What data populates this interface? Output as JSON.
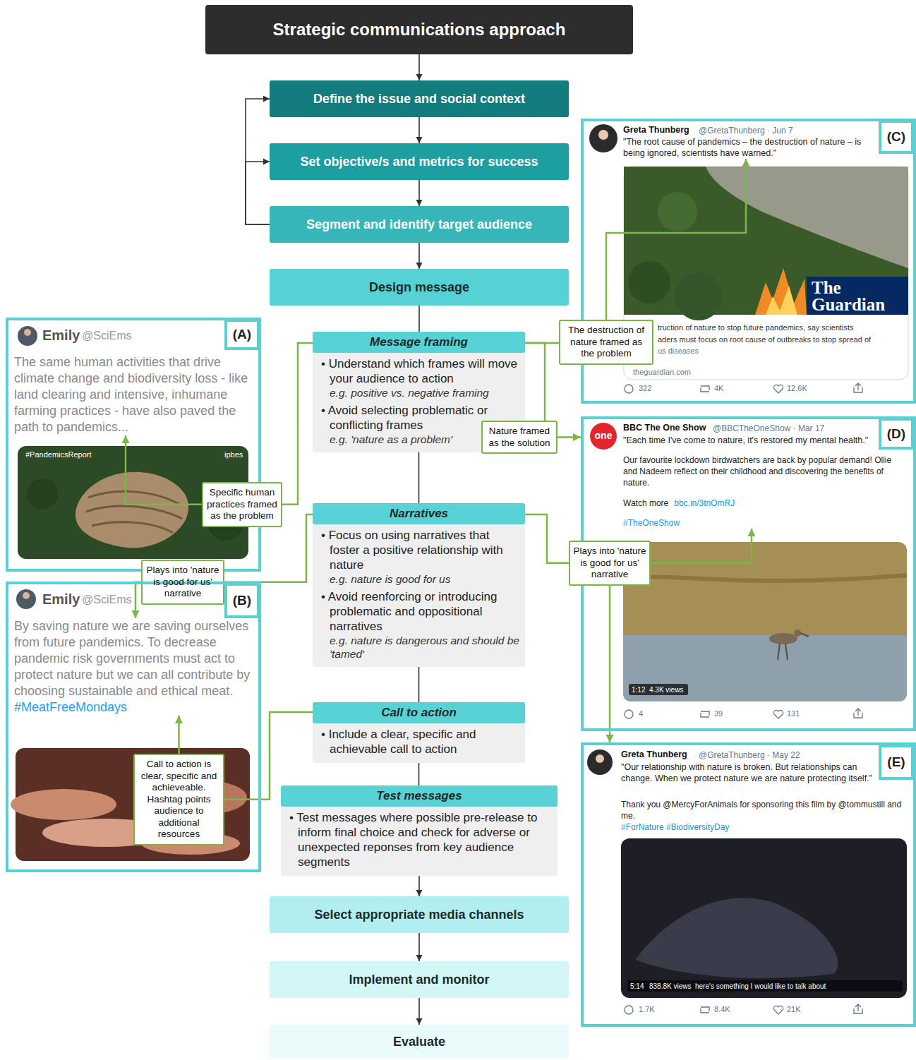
{
  "diagram": {
    "nodes": [
      {
        "text": [
          "Strategic communications approach"
        ]
      },
      {
        "text": [
          "Define the issue and social context"
        ]
      },
      {
        "text": [
          "Set objective/s and metrics for success"
        ]
      },
      {
        "text": [
          "Segment and identify target audience"
        ]
      },
      {
        "text": [
          "Design message"
        ]
      },
      {
        "text": [
          "Message framing",
          "• Understand which frames will move your audience to action",
          "e.g. positive vs. negative framing",
          "• Avoid selecting problematic or conflicting frames",
          "e.g. 'nature as a problem'"
        ]
      },
      {
        "text": [
          "Narratives",
          "• Focus on using narratives that foster a positive relationship with nature",
          "e.g. nature is good for us",
          "• Avoid reenforcing or introducing problematic and oppositional narratives",
          "e.g. nature is dangerous and should be 'tamed'"
        ]
      },
      {
        "text": [
          "Call to action",
          "• Include a clear, specific and achievable call to action"
        ]
      },
      {
        "text": [
          "Test messages",
          "• Test messages where possible pre-release to inform final choice and check for adverse or unexpected reponses from key audience segments"
        ]
      },
      {
        "text": [
          "Select appropriate media channels"
        ]
      },
      {
        "text": [
          "Implement and monitor"
        ]
      },
      {
        "text": [
          "Evaluate"
        ]
      },
      {
        "text": [
          "Emily",
          "@SciEms",
          "#PandemicsReport",
          "ipbes"
        ]
      },
      {
        "text": [
          "The same human activities that drive climate change and biodiversity loss - like land clearing and intensive, inhumane farming practices - have also paved the path to pandemics..."
        ],
        "in": 12
      },
      {
        "text": [
          "(A)"
        ],
        "in": 12
      },
      {
        "text": [
          "Specific human practices framed as the problem"
        ]
      },
      {
        "text": [
          "Plays into 'nature is good for us' narrative"
        ]
      },
      {
        "text": [
          "Emily",
          "@SciEms"
        ]
      },
      {
        "text": [
          "By saving nature we are saving ourselves from future pandemics. To decrease pandemic risk governments must act to protect nature but we can all contribute by choosing sustainable and ethical meat.",
          "#MeatFreeMondays"
        ],
        "in": 17
      },
      {
        "text": [
          "(B)"
        ],
        "in": 17
      },
      {
        "text": [
          "Call to action is clear, specific and achieveable. Hashtag points audience to additional resources"
        ],
        "in": 17
      },
      {
        "text": [
          "Greta Thunberg",
          "@GretaThunberg · Jun 7",
          "The Guardian",
          "truction of nature to stop future pandemics, say scientists",
          "aders must focus on root cause of outbreaks to stop spread of",
          "us diseases",
          "theguardian.com",
          "322",
          "4K",
          "12.6K"
        ]
      },
      {
        "text": [
          "\"The root cause of pandemics – the destruction of nature – is being ignored, scientists have warned.\""
        ],
        "in": 21
      },
      {
        "text": [
          "(C)"
        ],
        "in": 21
      },
      {
        "text": [
          "The destruction of nature framed as the problem"
        ]
      },
      {
        "text": [
          "Nature framed as the solution"
        ]
      },
      {
        "text": [
          "BBC The One Show",
          "@BBCTheOneShow · Mar 17",
          "one",
          "1:12",
          "4.3K views",
          "4",
          "39",
          "131"
        ]
      },
      {
        "text": [
          "\"Each time I've come to nature, it's restored my mental health.\"",
          "Our favourite lockdown birdwatchers are back by popular demand! Ollie and Nadeem reflect on their childhood and discovering the benefits of nature.",
          "Watch more",
          "bbc.in/3tnOmRJ",
          "#TheOneShow"
        ],
        "in": 26
      },
      {
        "text": [
          "(D)"
        ],
        "in": 26
      },
      {
        "text": [
          "Plays into 'nature is good for us' narrative"
        ]
      },
      {
        "text": [
          "Greta Thunberg",
          "@GretaThunberg · May 22",
          "Thank you @MercyForAnimals for sponsoring this film by @tommustill and me.",
          "#ForNature #BiodiversityDay",
          "5:14",
          "838.8K views",
          "here's something I would like to talk about",
          "1.7K",
          "8.4K",
          "21K"
        ]
      },
      {
        "text": [
          "\"Our relationship with nature is broken. But relationships can change. When we protect nature we are nature protecting itself.\""
        ],
        "in": 30
      },
      {
        "text": [
          "(E)"
        ],
        "in": 30
      }
    ],
    "edges": [
      {
        "from": 0,
        "to": 1,
        "arrow": "to"
      },
      {
        "from": 1,
        "to": 2,
        "arrow": "to"
      },
      {
        "from": 2,
        "to": 3,
        "arrow": "to"
      },
      {
        "from": 3,
        "to": 4,
        "arrow": "to"
      },
      {
        "from": 3,
        "to": 1,
        "arrow": "to"
      },
      {
        "from": 3,
        "to": 2,
        "arrow": "to"
      },
      {
        "from": 4,
        "to": 5,
        "arrow": "none"
      },
      {
        "from": 5,
        "to": 6,
        "arrow": "none"
      },
      {
        "from": 6,
        "to": 7,
        "arrow": "none"
      },
      {
        "from": 7,
        "to": 8,
        "arrow": "none"
      },
      {
        "from": 8,
        "to": 9,
        "arrow": "to"
      },
      {
        "from": 9,
        "to": 10,
        "arrow": "to"
      },
      {
        "from": 10,
        "to": 11,
        "arrow": "to"
      },
      {
        "from": 5,
        "to": 15,
        "arrow": "none"
      },
      {
        "from": 15,
        "to": 13,
        "arrow": "to"
      },
      {
        "from": 5,
        "to": 24,
        "arrow": "none"
      },
      {
        "from": 24,
        "to": 22,
        "arrow": "to"
      },
      {
        "from": 5,
        "to": 25,
        "arrow": "none"
      },
      {
        "from": 25,
        "to": 26,
        "arrow": "to"
      },
      {
        "from": 6,
        "to": 16,
        "arrow": "none"
      },
      {
        "from": 16,
        "to": 18,
        "arrow": "to"
      },
      {
        "from": 6,
        "to": 29,
        "arrow": "none"
      },
      {
        "from": 29,
        "to": 27,
        "arrow": "to"
      },
      {
        "from": 29,
        "to": 30,
        "arrow": "to"
      },
      {
        "from": 7,
        "to": 20,
        "arrow": "none"
      },
      {
        "from": 20,
        "to": 18,
        "arrow": "to"
      }
    ]
  }
}
